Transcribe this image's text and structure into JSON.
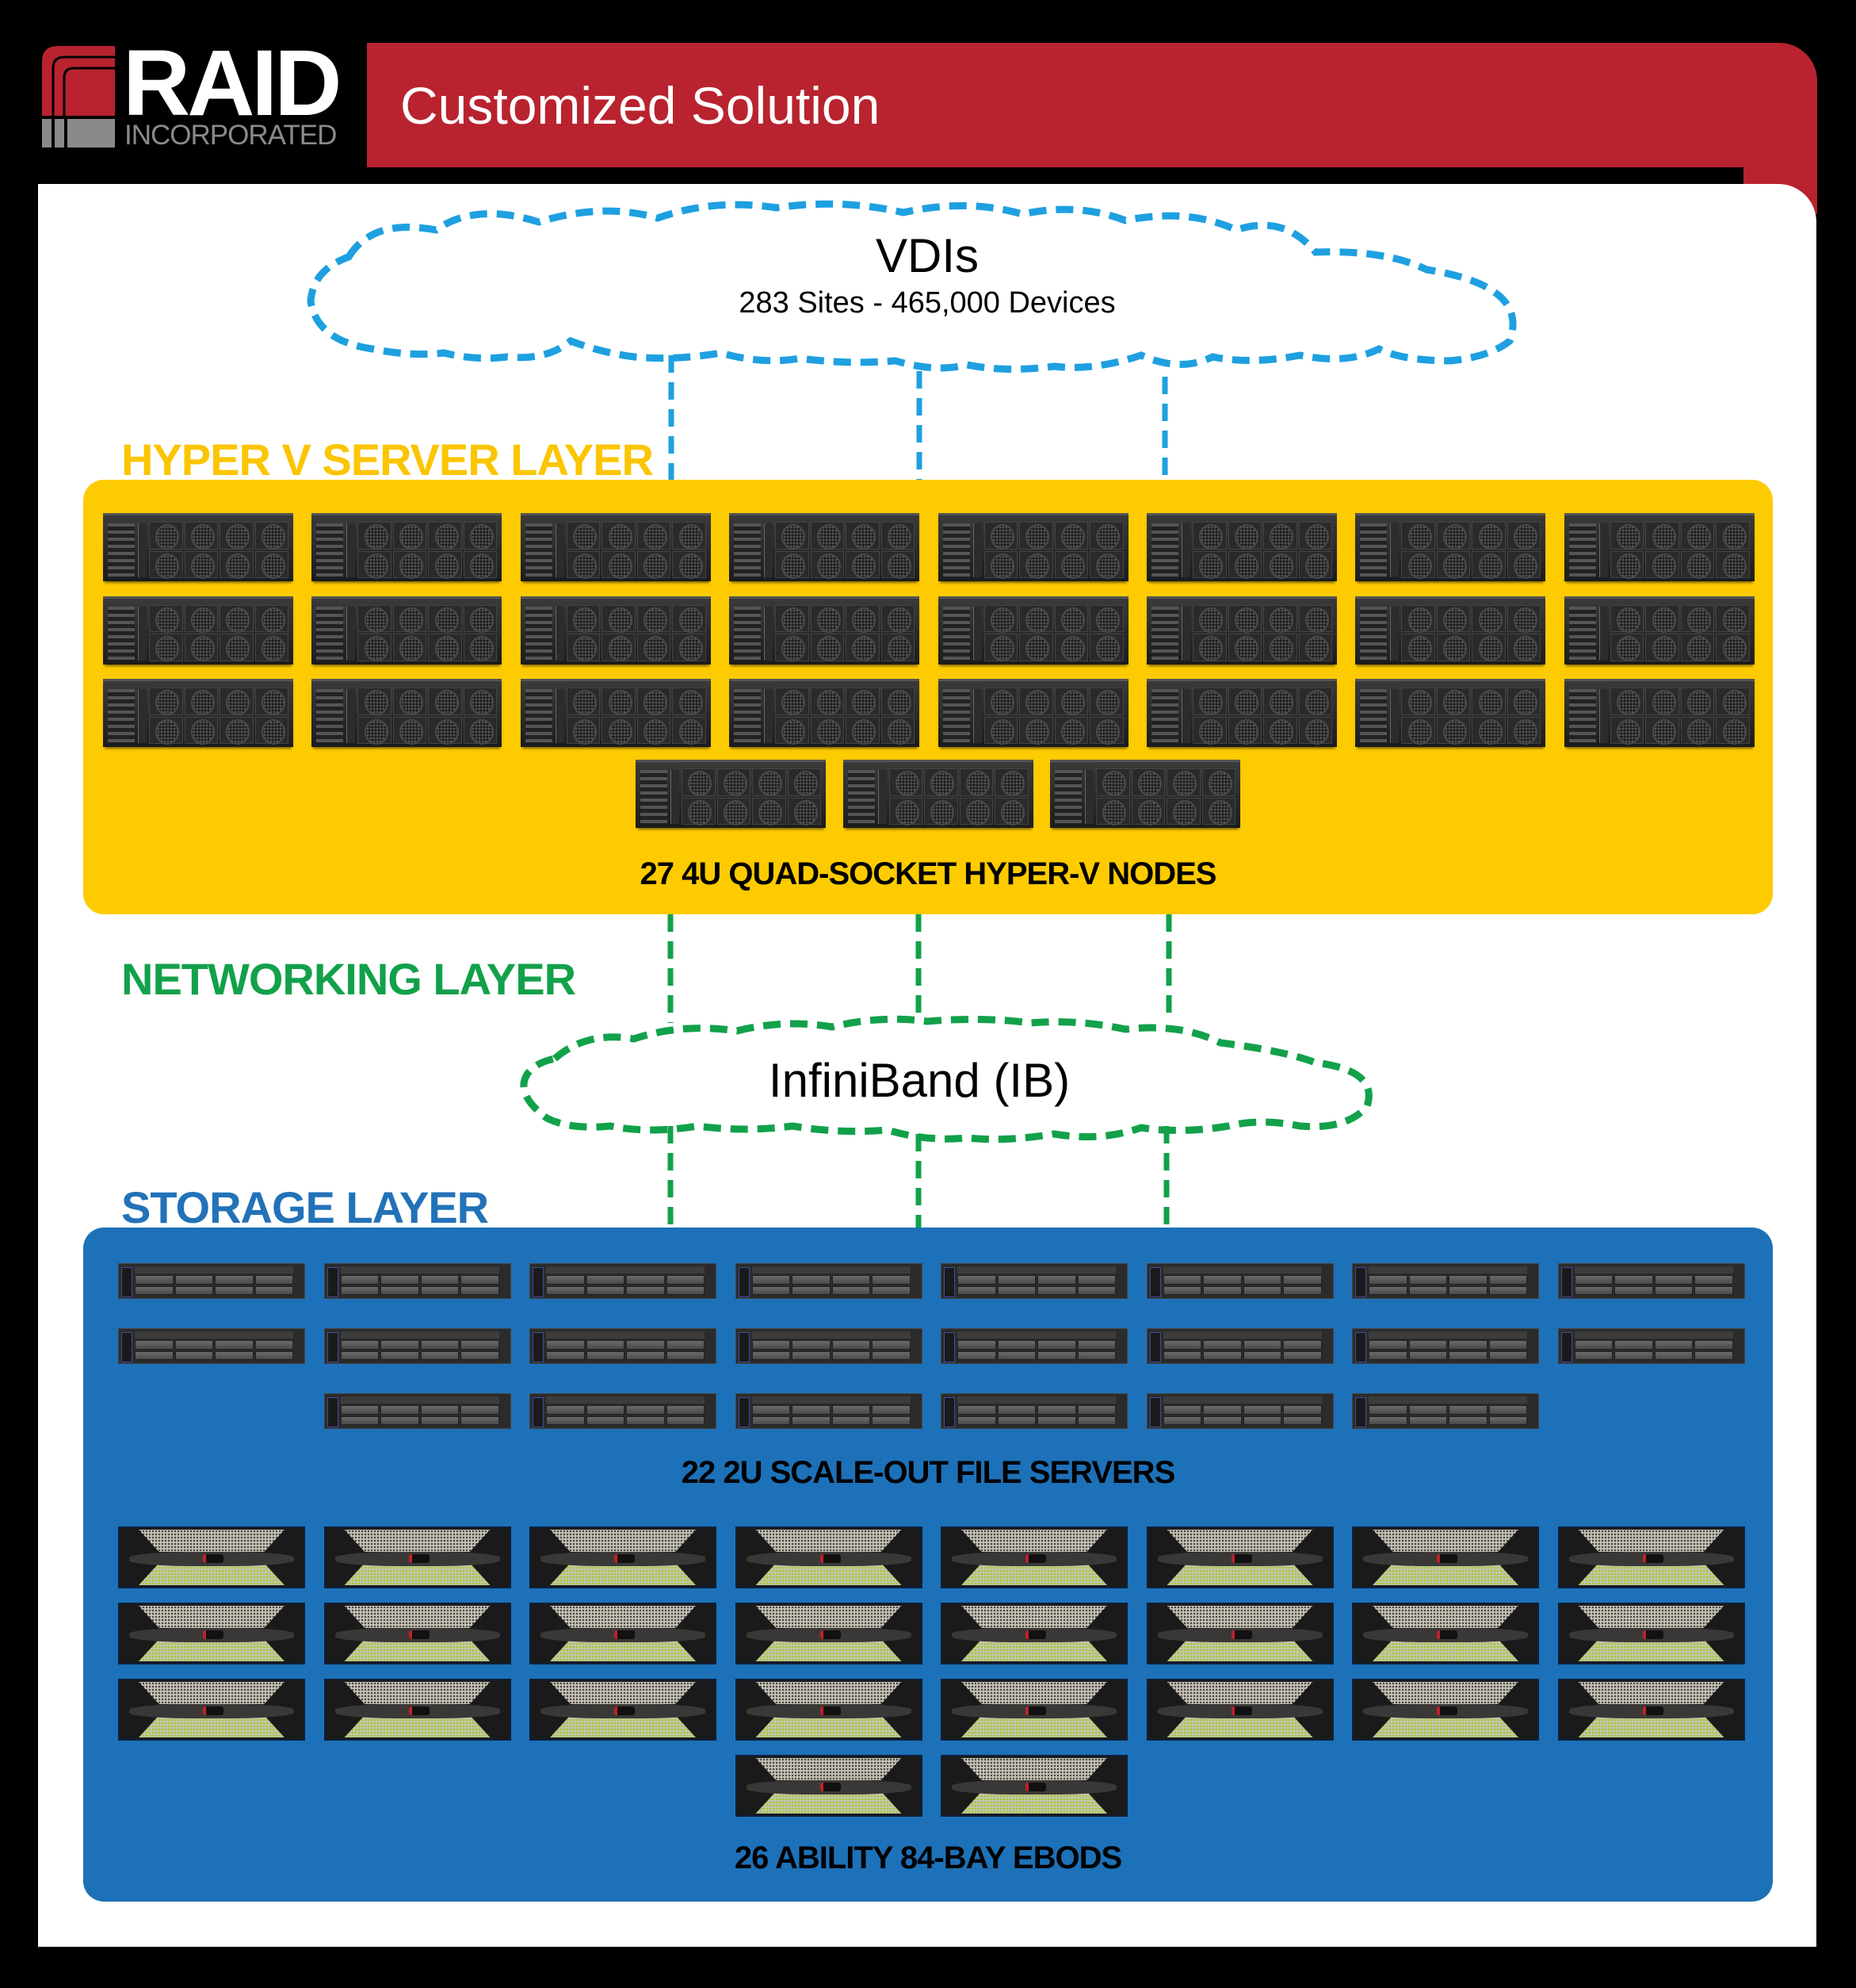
{
  "header": {
    "logo": {
      "brand": "RAID",
      "sub": "INCORPORATED"
    },
    "title": "Customized Solution"
  },
  "colors": {
    "header_red": "#b8232f",
    "hyper_yellow": "#fecb00",
    "network_green": "#12a14a",
    "storage_blue": "#1d71b8",
    "vdi_cloud_blue": "#1ea0e0"
  },
  "vdi_cloud": {
    "title": "VDIs",
    "subtitle": "283 Sites - 465,000 Devices"
  },
  "hyper_layer": {
    "label": "HYPER V SERVER LAYER",
    "node_count": 27,
    "caption": "27 4U QUAD-SOCKET HYPER-V NODES"
  },
  "network_layer": {
    "label": "NETWORKING LAYER",
    "cloud_title": "InfiniBand (IB)"
  },
  "storage_layer": {
    "label": "STORAGE LAYER",
    "file_server_count": 22,
    "file_server_caption": "22 2U SCALE-OUT FILE SERVERS",
    "ebod_count": 26,
    "ebod_caption": "26 ABILITY 84-BAY EBODS"
  }
}
